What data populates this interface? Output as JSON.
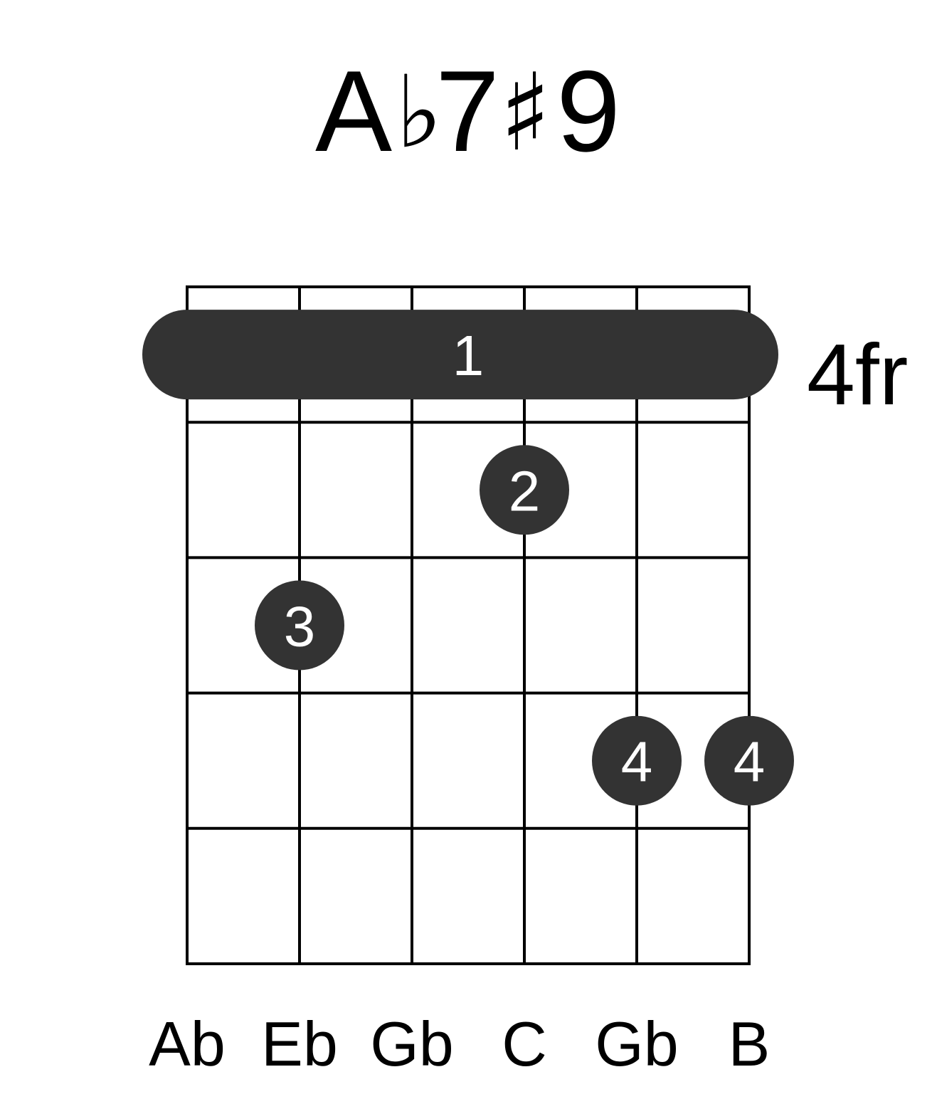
{
  "chord": {
    "root": "A",
    "flat_sign": "♭",
    "seventh": "7",
    "sharp_sign": "♯",
    "ninth": "9"
  },
  "fret_label": "4fr",
  "strings": 6,
  "frets_shown": 5,
  "barre": {
    "finger": "1",
    "fret": 1,
    "from_string": 1,
    "to_string": 6
  },
  "fingers": [
    {
      "finger": "2",
      "string": 4,
      "fret": 2
    },
    {
      "finger": "3",
      "string": 2,
      "fret": 3
    },
    {
      "finger": "4",
      "string": 5,
      "fret": 4
    },
    {
      "finger": "4",
      "string": 6,
      "fret": 4
    }
  ],
  "notes": [
    "Ab",
    "Eb",
    "Gb",
    "C",
    "Gb",
    "B"
  ],
  "colors": {
    "dot": "#333333",
    "line": "#000000",
    "finger_text": "#ffffff"
  }
}
